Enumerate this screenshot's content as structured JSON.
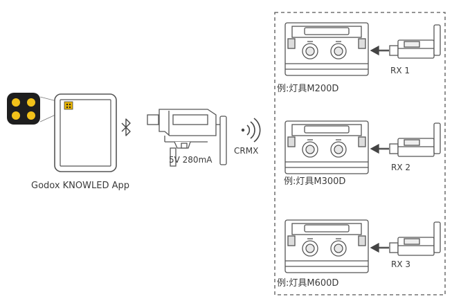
{
  "app": {
    "label": "Godox KNOWLED App"
  },
  "transmitter": {
    "power_label": "5V  280mA"
  },
  "link": {
    "protocol_label": "CRMX"
  },
  "lights": [
    {
      "name": "例:灯具M200D",
      "receiver": "RX 1"
    },
    {
      "name": "例:灯具M300D",
      "receiver": "RX 2"
    },
    {
      "name": "例:灯具M600D",
      "receiver": "RX 3"
    }
  ],
  "colors": {
    "line": "#555555",
    "app_icon_bg": "#1e1e1e",
    "app_icon_dots": "#f2c21a",
    "tablet_accent": "#e8b400"
  },
  "icons": {
    "bluetooth": "bluetooth-icon",
    "wireless": "wireless-signal-icon",
    "arrow": "arrow-left-icon"
  }
}
